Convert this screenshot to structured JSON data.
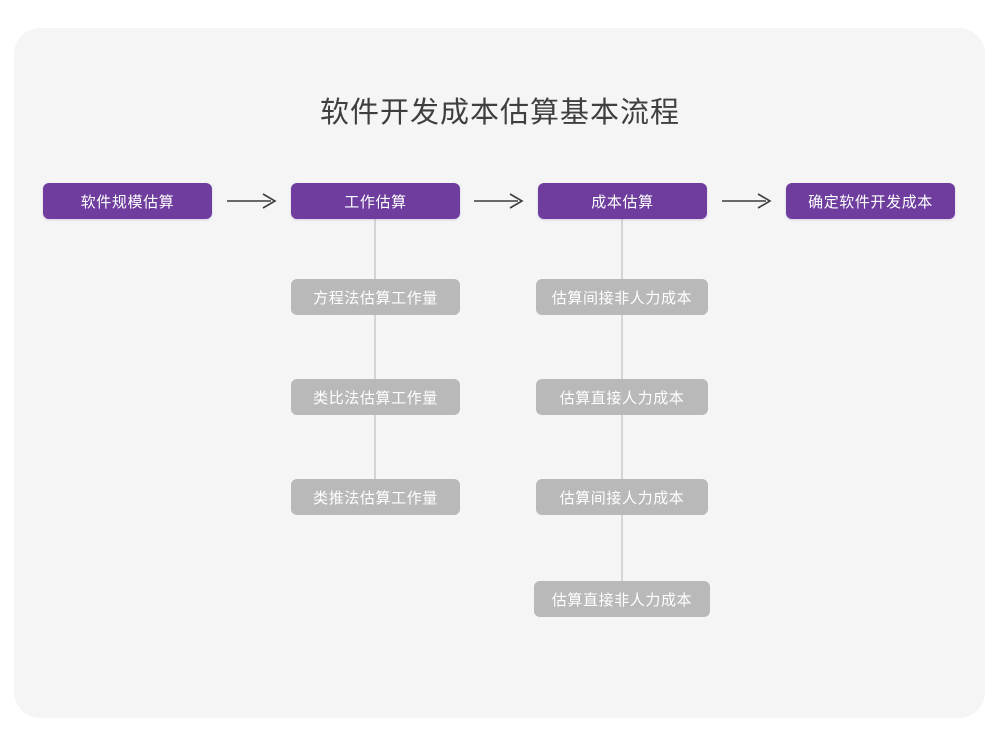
{
  "card": {
    "background_color": "#f5f5f6",
    "page_background_color": "#ffffff"
  },
  "title": "软件开发成本估算基本流程",
  "colors": {
    "primary": "#6e3d9e",
    "secondary": "#b9b9b9",
    "connector": "#d4d4d4",
    "title_text": "#3f3f3f",
    "arrow": "#3d3d3d"
  },
  "flow": {
    "main_steps": [
      {
        "label": "软件规模估算"
      },
      {
        "label": "工作估算"
      },
      {
        "label": "成本估算"
      },
      {
        "label": "确定软件开发成本"
      }
    ],
    "arrows": [
      {
        "name": "arrow-right-icon-1",
        "glyph": "⟶"
      },
      {
        "name": "arrow-right-icon-2",
        "glyph": "⟶"
      },
      {
        "name": "arrow-right-icon-3",
        "glyph": "⟶"
      }
    ],
    "branches": [
      {
        "parent": "工作估算",
        "items": [
          {
            "label": "方程法估算工作量"
          },
          {
            "label": "类比法估算工作量"
          },
          {
            "label": "类推法估算工作量"
          }
        ]
      },
      {
        "parent": "成本估算",
        "items": [
          {
            "label": "估算间接非人力成本"
          },
          {
            "label": "估算直接人力成本"
          },
          {
            "label": "估算间接人力成本"
          },
          {
            "label": "估算直接非人力成本"
          }
        ]
      }
    ]
  }
}
